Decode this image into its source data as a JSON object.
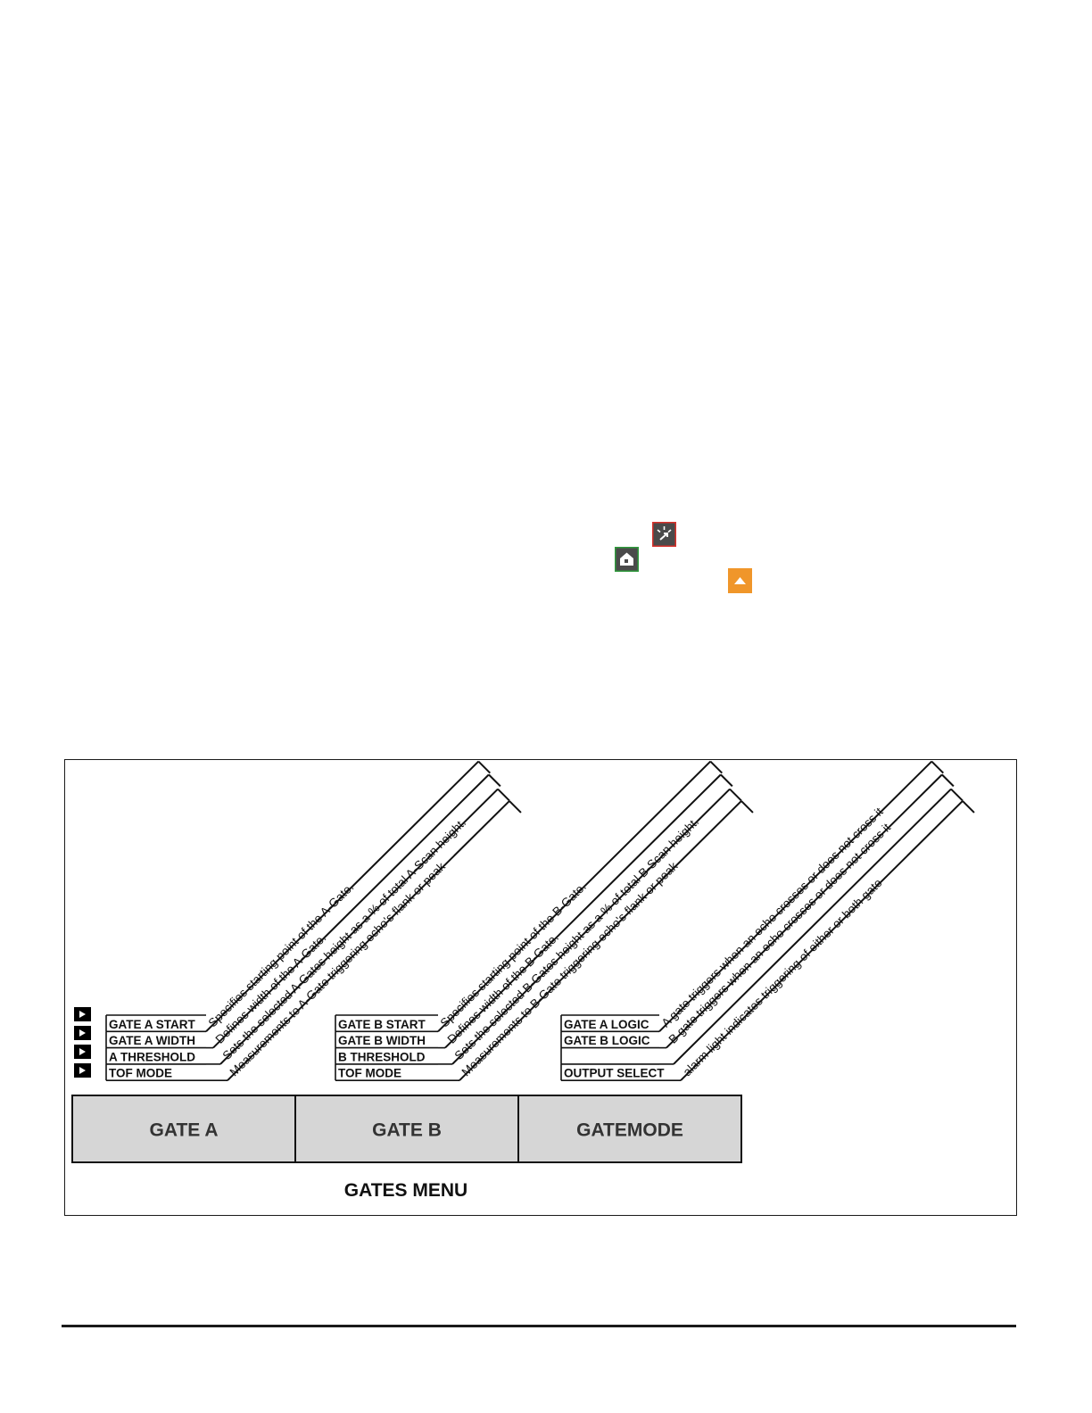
{
  "colors": {
    "key_fill": "#d6d6d6",
    "ink": "#111111",
    "icon_red_border": "#d8302a",
    "icon_green_border": "#2f9a3c",
    "icon_orange": "#f0962a",
    "icon_dark": "#4a4a4a"
  },
  "icons": [
    {
      "name": "freeze-icon"
    },
    {
      "name": "home-icon"
    },
    {
      "name": "up-arrow-icon"
    }
  ],
  "gates_menu": {
    "title": "GATES MENU",
    "keys": [
      {
        "label": "GATE A",
        "items": [
          "GATE A START",
          "GATE A WIDTH",
          "A THRESHOLD",
          "TOF  MODE"
        ],
        "descriptions": [
          "Specifies starting point of the A-Gate.",
          "Defines width of the A-Gate.",
          "Sets the selected A-Gates height as a % of total A-Scan height.",
          "Measurements to A-Gate triggering echo's flank or peak"
        ]
      },
      {
        "label": "GATE B",
        "items": [
          "GATE B START",
          "GATE B WIDTH",
          "B THRESHOLD",
          "TOF  MODE"
        ],
        "descriptions": [
          "Specifies starting point of the B-Gate.",
          "Defines width of the B-Gate.",
          "Sets the selected B-Gates height as a % of total B-Scan height.",
          "Measurements to B-Gate triggering echo's flank or peak"
        ]
      },
      {
        "label": "GATEMODE",
        "items": [
          "GATE A LOGIC",
          "GATE B LOGIC",
          "",
          "OUTPUT SELECT"
        ],
        "descriptions": [
          "A gate triggers when an echo crosses or does not cross it",
          "B gate triggers when an echo crosses or does not cross it",
          "",
          "alarm light indicates triggering of either or both gate"
        ]
      }
    ],
    "arrow_buttons": [
      "arrow-button",
      "arrow-button",
      "arrow-button",
      "arrow-button"
    ]
  }
}
